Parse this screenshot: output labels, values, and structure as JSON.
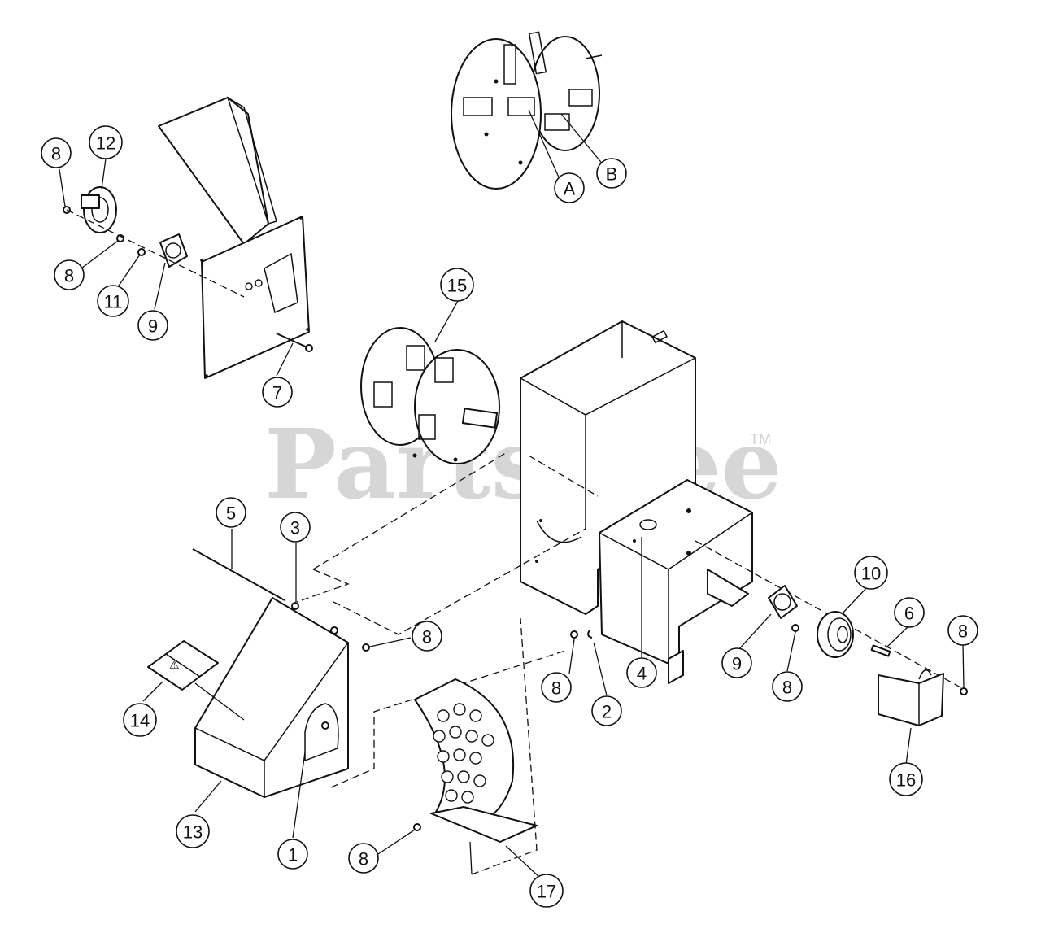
{
  "watermark": {
    "brand": "PartsTree",
    "trademark": "TM"
  },
  "callouts": [
    {
      "id": "c-8a",
      "label": "8"
    },
    {
      "id": "c-12",
      "label": "12"
    },
    {
      "id": "c-8b",
      "label": "8"
    },
    {
      "id": "c-11",
      "label": "11"
    },
    {
      "id": "c-9a",
      "label": "9"
    },
    {
      "id": "c-7",
      "label": "7"
    },
    {
      "id": "c-A",
      "label": "A"
    },
    {
      "id": "c-B",
      "label": "B"
    },
    {
      "id": "c-15",
      "label": "15"
    },
    {
      "id": "c-5",
      "label": "5"
    },
    {
      "id": "c-3",
      "label": "3"
    },
    {
      "id": "c-8c",
      "label": "8"
    },
    {
      "id": "c-14",
      "label": "14"
    },
    {
      "id": "c-13",
      "label": "13"
    },
    {
      "id": "c-1",
      "label": "1"
    },
    {
      "id": "c-8d",
      "label": "8"
    },
    {
      "id": "c-17",
      "label": "17"
    },
    {
      "id": "c-8e",
      "label": "8"
    },
    {
      "id": "c-2",
      "label": "2"
    },
    {
      "id": "c-4",
      "label": "4"
    },
    {
      "id": "c-9b",
      "label": "9"
    },
    {
      "id": "c-8f",
      "label": "8"
    },
    {
      "id": "c-10",
      "label": "10"
    },
    {
      "id": "c-6",
      "label": "6"
    },
    {
      "id": "c-8g",
      "label": "8"
    },
    {
      "id": "c-16",
      "label": "16"
    }
  ]
}
